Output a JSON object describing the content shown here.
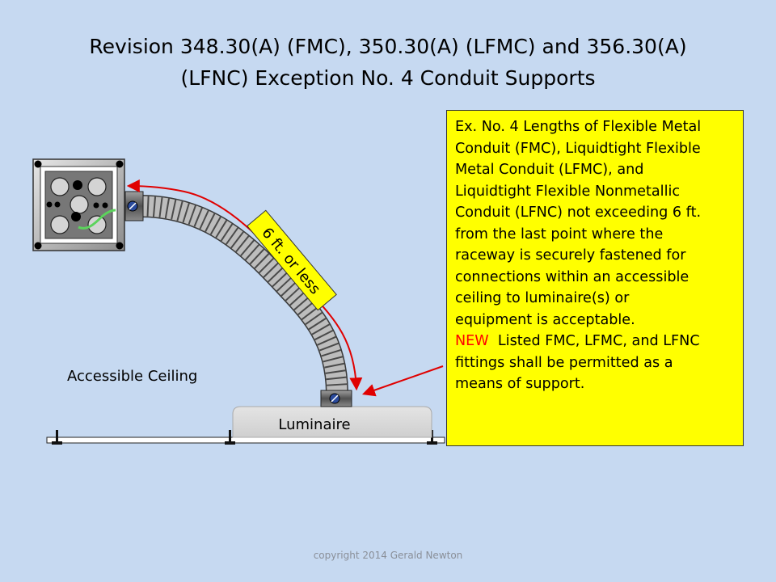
{
  "title": {
    "line1": "Revision  348.30(A) (FMC), 350.30(A) (LFMC) and 356.30(A)",
    "line2": "(LFNC)  Exception No. 4 Conduit Supports"
  },
  "callout": {
    "line1": "Ex. No. 4 Lengths of Flexible Metal",
    "line2": "Conduit (FMC), Liquidtight Flexible",
    "line3": "Metal Conduit (LFMC), and",
    "line4": "Liquidtight Flexible Nonmetallic",
    "line5": "Conduit  (LFNC) not exceeding 6 ft.",
    "line6": "from the last point where the",
    "line7": "raceway is securely fastened for",
    "line8": "connections within an accessible",
    "line9": "ceiling to luminaire(s) or",
    "line10": "equipment is acceptable.",
    "new_label": "NEW",
    "line11_rest": "  Listed FMC, LFMC, and LFNC",
    "line12": "fittings shall be permitted as a",
    "line13": "means of support."
  },
  "diagram": {
    "length_label": "6 ft. or less",
    "luminaire_label": "Luminaire",
    "ceiling_label": "Accessible Ceiling"
  },
  "footer": {
    "copyright": "copyright 2014 Gerald Newton"
  },
  "colors": {
    "background": "#c6d9f1",
    "callout_fill": "#ffff00",
    "arrow": "#e00000",
    "new_text": "#ff0000",
    "conduit": "#b8b8b8",
    "wire": "#5cd35c"
  }
}
